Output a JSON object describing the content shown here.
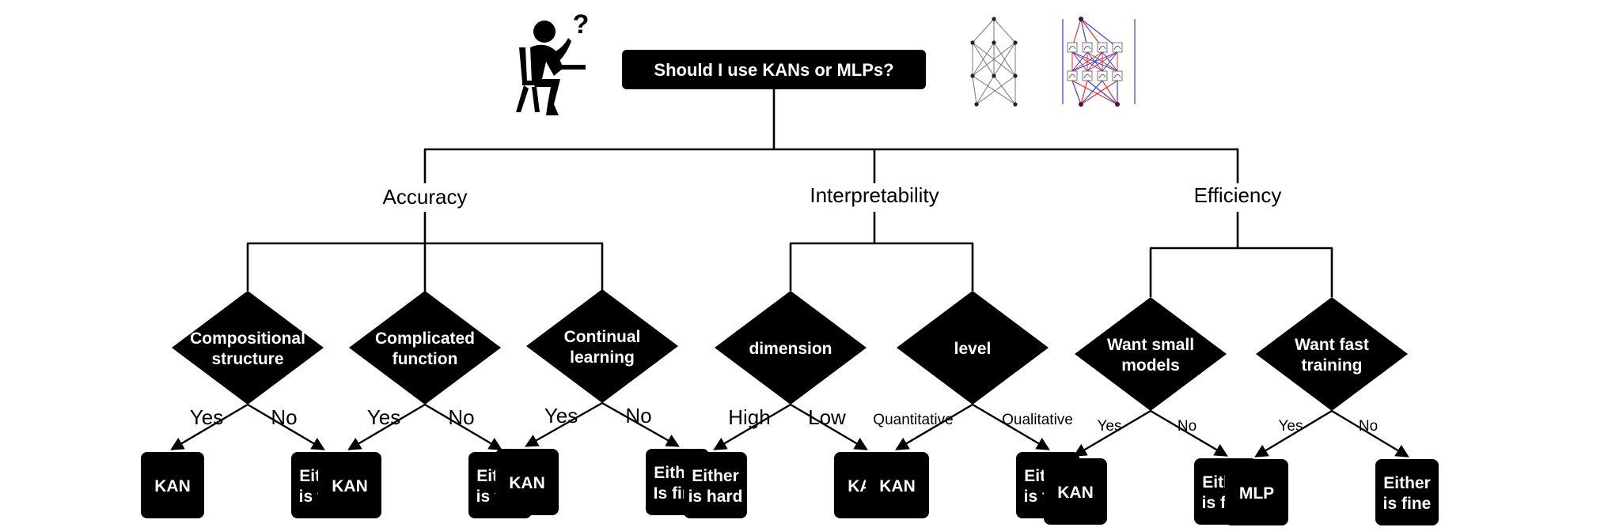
{
  "root": {
    "question": "Should I use KANs or MLPs?"
  },
  "categories": [
    {
      "label": "Accuracy",
      "decisions": [
        {
          "lines": [
            "Compositional",
            "structure"
          ],
          "branches": [
            "Yes",
            "No"
          ],
          "outcomes": [
            [
              "KAN"
            ],
            [
              "Either",
              "is fine"
            ]
          ]
        },
        {
          "lines": [
            "Complicated",
            "function"
          ],
          "branches": [
            "Yes",
            "No"
          ],
          "outcomes": [
            [
              "KAN"
            ],
            [
              "Either",
              "is fine"
            ]
          ]
        },
        {
          "lines": [
            "Continual",
            "learning"
          ],
          "branches": [
            "Yes",
            "No"
          ],
          "outcomes": [
            [
              "KAN"
            ],
            [
              "Either",
              "Is fine"
            ]
          ]
        }
      ]
    },
    {
      "label": "Interpretability",
      "decisions": [
        {
          "lines": [
            "dimension"
          ],
          "branches": [
            "High",
            "Low"
          ],
          "outcomes": [
            [
              "Either",
              "is hard"
            ],
            [
              "KAN"
            ]
          ]
        },
        {
          "lines": [
            "level"
          ],
          "branches": [
            "Quantitative",
            "Qualitative"
          ],
          "outcomes": [
            [
              "KAN"
            ],
            [
              "Either",
              "is fine"
            ]
          ]
        }
      ]
    },
    {
      "label": "Efficiency",
      "decisions": [
        {
          "lines": [
            "Want small",
            "models"
          ],
          "branches": [
            "Yes",
            "No"
          ],
          "outcomes": [
            [
              "KAN"
            ],
            [
              "Either",
              "is fine"
            ]
          ]
        },
        {
          "lines": [
            "Want fast",
            "training"
          ],
          "branches": [
            "Yes",
            "No"
          ],
          "outcomes": [
            [
              "MLP"
            ],
            [
              "Either",
              "is fine"
            ]
          ]
        }
      ]
    }
  ],
  "icons": {
    "thinking_person": "thinking-person-icon",
    "question_mark": "?",
    "mlp_network": "mlp-network-icon",
    "kan_network": "kan-network-icon"
  },
  "colors": {
    "node_fill": "#000000",
    "node_text": "#ffffff",
    "line": "#000000",
    "kan_red": "#e0302a",
    "kan_blue": "#3b3bd6"
  }
}
